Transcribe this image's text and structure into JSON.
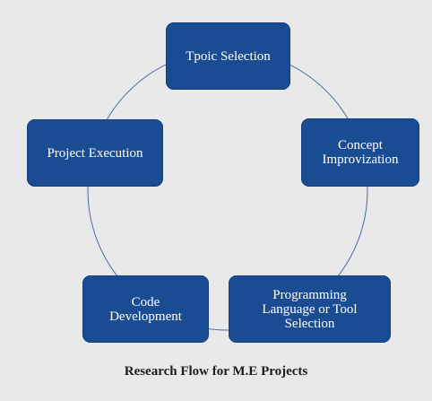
{
  "nodes": [
    {
      "label": "Tpoic Selection"
    },
    {
      "label": "Concept\nImprovization"
    },
    {
      "label": "Programming\nLanguage or Tool\nSelection"
    },
    {
      "label": "Code\nDevelopment"
    },
    {
      "label": "Project Execution"
    }
  ],
  "caption": "Research Flow for M.E Projects",
  "colors": {
    "background": "#e9e9ea",
    "node_fill": "#1a4c94",
    "node_text": "#ffffff",
    "connector": "#4a6aa0"
  }
}
